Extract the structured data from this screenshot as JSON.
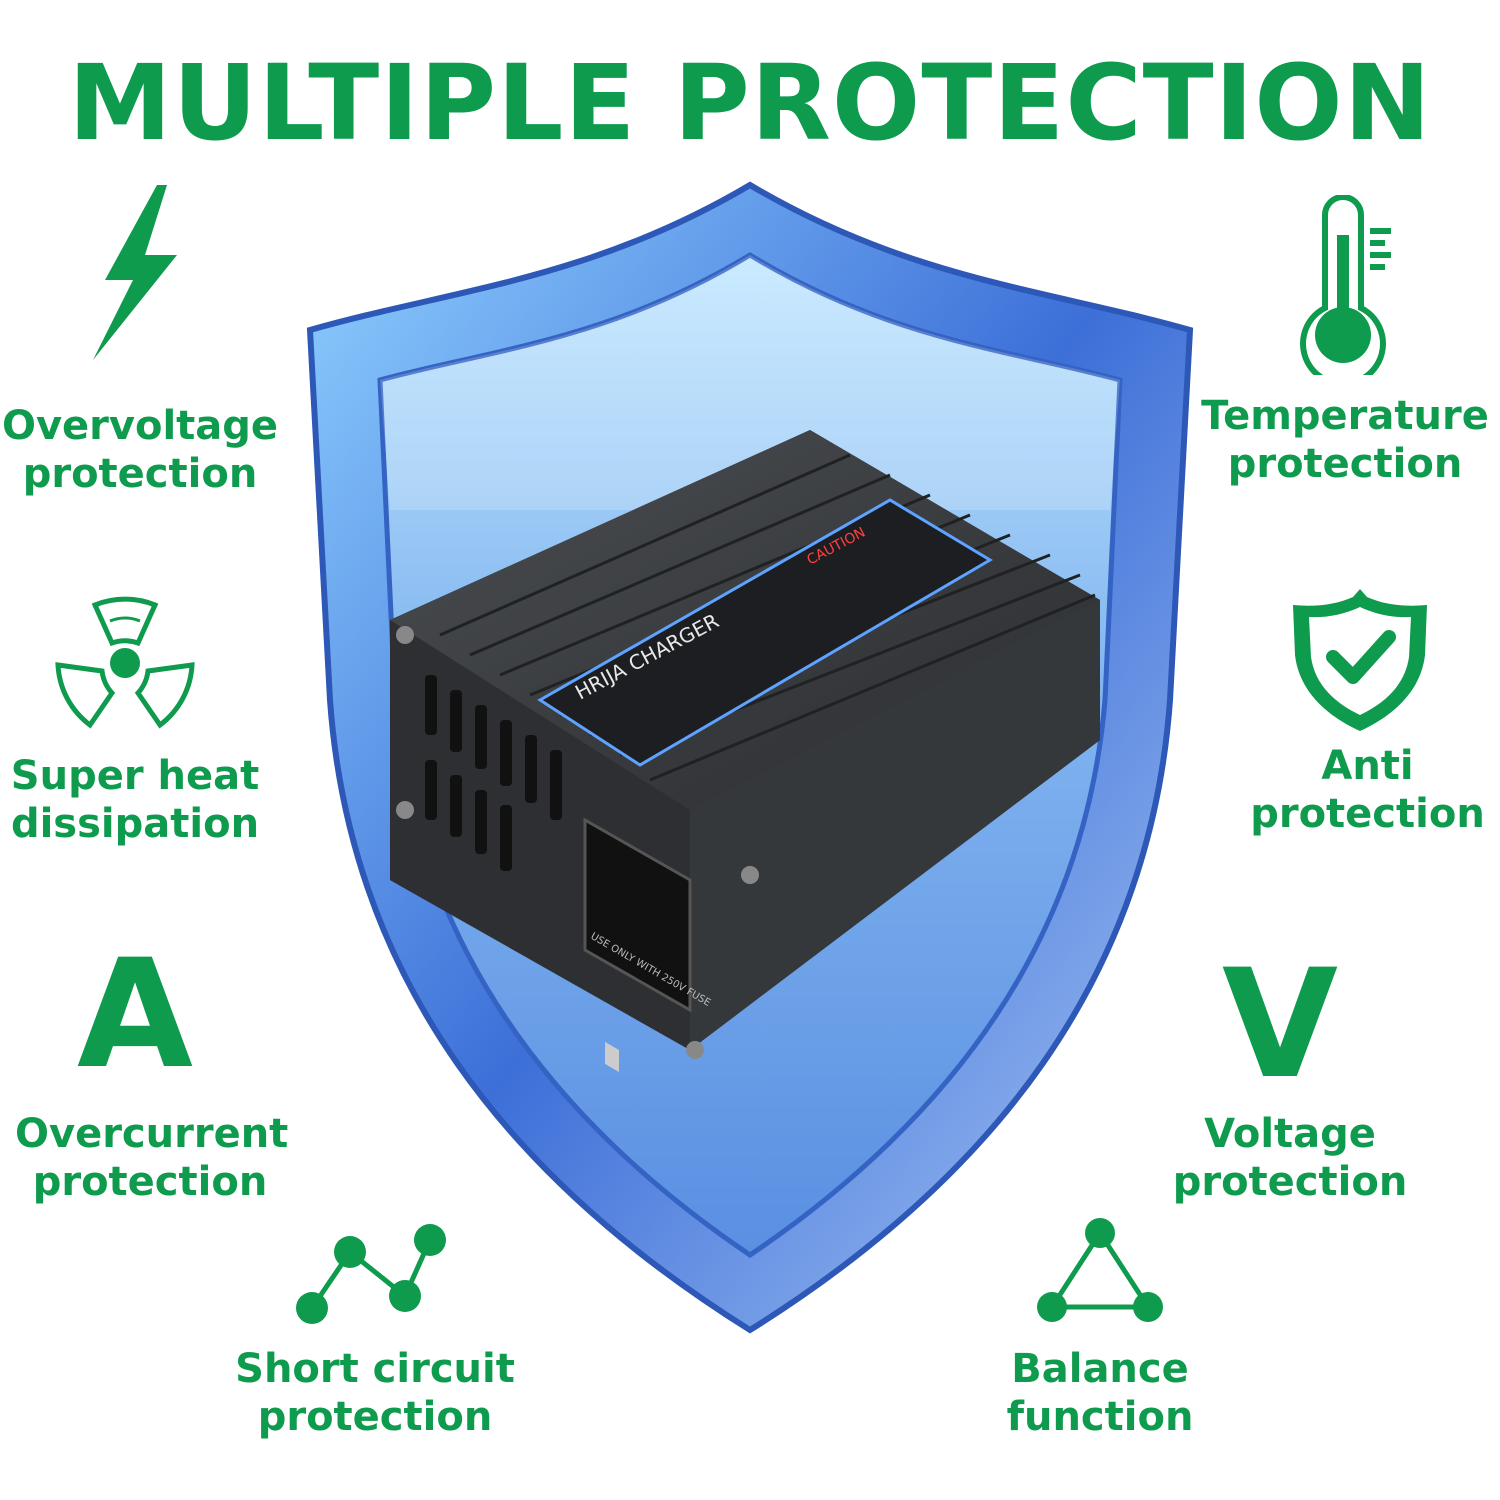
{
  "title": "MULTIPLE PROTECTION",
  "colors": {
    "accent": "#0f9b4e",
    "shield": "#4f86e0",
    "charger": "#3a3d40"
  },
  "features": {
    "overvoltage": {
      "line1": "Overvoltage",
      "line2": "protection",
      "icon": "lightning-bolt-icon"
    },
    "temperature": {
      "line1": "Temperature",
      "line2": "protection",
      "icon": "thermometer-icon"
    },
    "heat": {
      "line1": "Super heat",
      "line2": "dissipation",
      "icon": "fan-icon"
    },
    "anti": {
      "line1": "Anti",
      "line2": "protection",
      "icon": "shield-check-icon"
    },
    "overcurrent": {
      "line1": "Overcurrent",
      "line2": "protection",
      "icon_letter": "A"
    },
    "voltage": {
      "line1": "Voltage",
      "line2": "protection",
      "icon_letter": "V"
    },
    "short": {
      "line1": "Short circuit",
      "line2": "protection",
      "icon": "circuit-nodes-icon"
    },
    "balance": {
      "line1": "Balance",
      "line2": "function",
      "icon": "triangle-nodes-icon"
    }
  },
  "product": {
    "brand": "HRIJA CHARGER",
    "label_caption": "CAUTION",
    "fuse_text": "USE ONLY WITH 250V FUSE"
  }
}
